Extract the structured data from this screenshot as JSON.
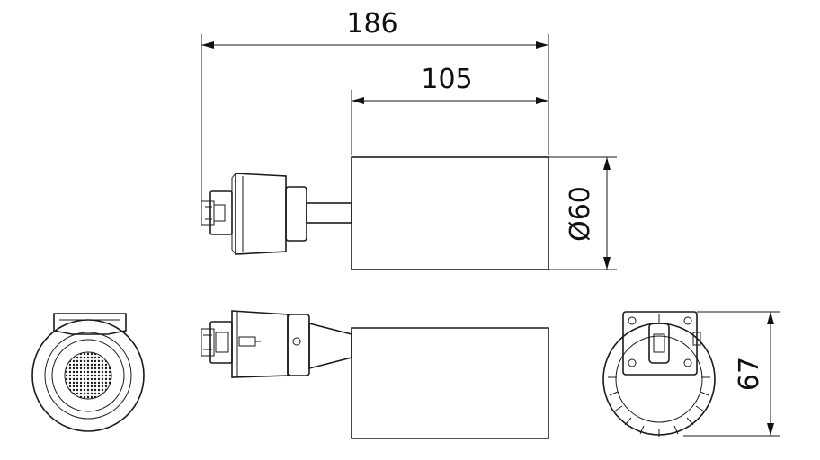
{
  "dimensions": {
    "overall_length": "186",
    "body_length": "105",
    "body_diameter": "Ø60",
    "height": "67"
  },
  "colors": {
    "line": "#1a1a1a",
    "background": "#ffffff"
  }
}
